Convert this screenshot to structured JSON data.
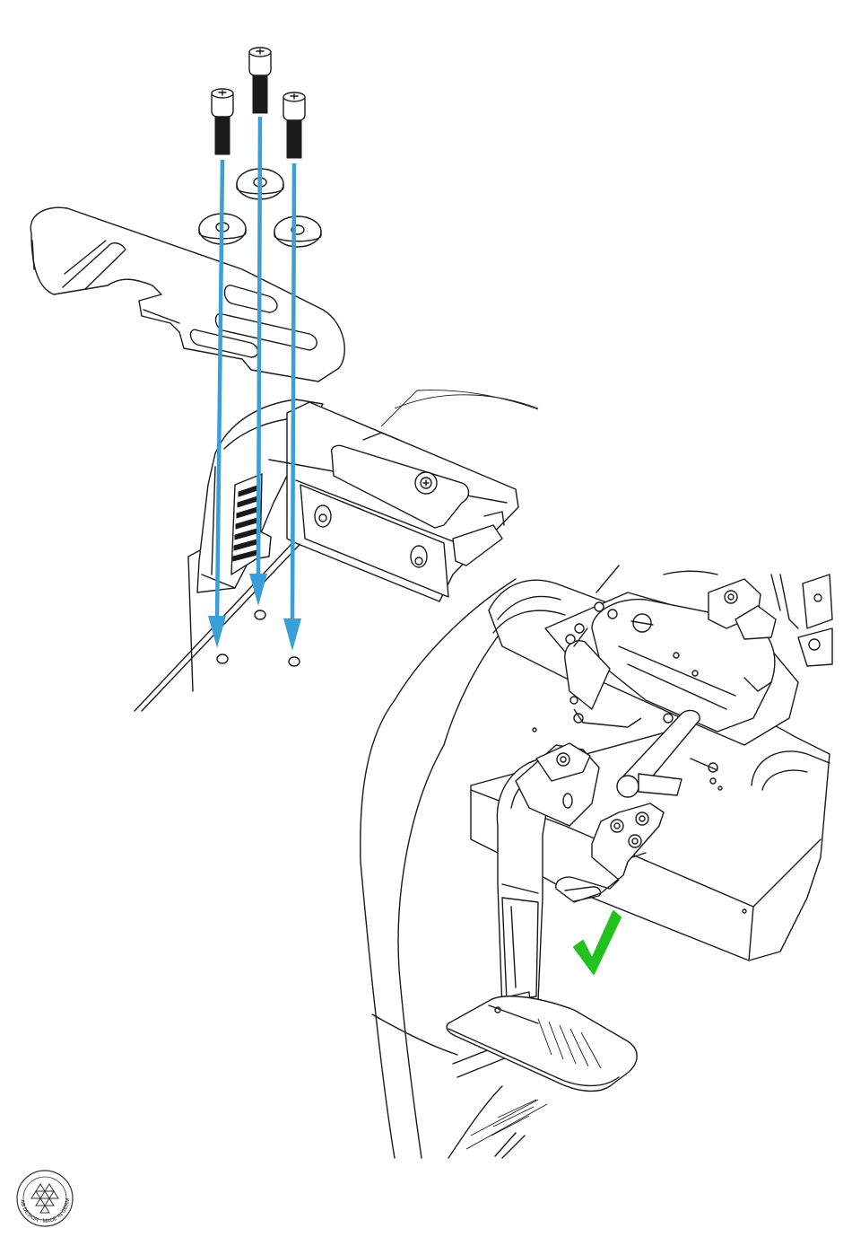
{
  "colors": {
    "arrow": "#3a9fd8",
    "check": "#22c21e",
    "line": "#1a1a1a",
    "background": "#ffffff"
  },
  "icons": {
    "arrows": "down-arrow-icon",
    "check": "check-mark-icon",
    "logo": "brand-seal-icon"
  },
  "parts": {
    "screw_count": 3,
    "washer_count": 3,
    "hole_count": 3
  },
  "logo": {
    "ring_text": "SIMLAB DESIGN · MADE IN GERMANY"
  }
}
